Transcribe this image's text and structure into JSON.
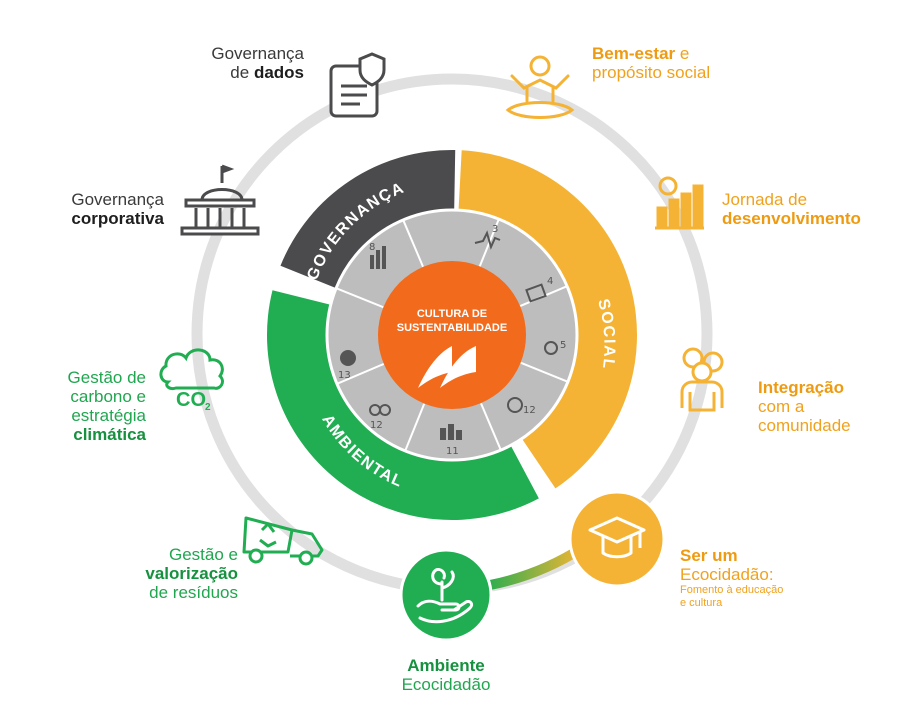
{
  "center": {
    "line1": "CULTURA DE",
    "line2": "SUSTENTABILIDADE"
  },
  "pillars": {
    "governanca": "GOVERNANÇA",
    "social": "SOCIAL",
    "ambiental": "AMBIENTAL"
  },
  "sdg_numbers": [
    "8",
    "3",
    "4",
    "5",
    "12",
    "11",
    "12",
    "13"
  ],
  "labels": {
    "gov_dados": {
      "line1": "Governança",
      "line2a": "de ",
      "line2b": "dados"
    },
    "gov_corp": {
      "line1": "Governança",
      "line2": "corporativa"
    },
    "bem_estar": {
      "line1a": "Bem-estar",
      "line1b": " e",
      "line2": "propósito social"
    },
    "jornada": {
      "line1": "Jornada de",
      "line2": "desenvolvimento"
    },
    "integracao": {
      "line1": "Integração",
      "line2": "com a",
      "line3": "comunidade"
    },
    "ecocidadao": {
      "line1": "Ser um",
      "line2": "Ecocidadão:",
      "line3": "Fomento à educação",
      "line4": "e cultura"
    },
    "gestao_carbono": {
      "line1": "Gestão de",
      "line2": "carbono e",
      "line3": "estratégia",
      "line4": "climática"
    },
    "gestao_residuos": {
      "line1": "Gestão e",
      "line2": "valorização",
      "line3": "de resíduos"
    },
    "ambiente": {
      "line1": "Ambiente",
      "line2": "Ecocidadão"
    }
  },
  "icons": {
    "gov_dados": "shield-document-icon",
    "gov_corp": "government-building-icon",
    "bem_estar": "meditation-person-icon",
    "jornada": "growth-chart-person-icon",
    "integracao": "community-people-icon",
    "ecocidadao": "graduation-cap-icon",
    "carbono": "co2-cloud-icon",
    "residuos": "recycling-truck-icon",
    "ambiente": "plant-hand-icon",
    "co2_text": "CO",
    "co2_sub": "2"
  },
  "colors": {
    "governanca": "#4b4b4d",
    "social": "#f5b335",
    "ambiental": "#21ae52",
    "center": "#f26a1b",
    "ring": "#e0e0e0",
    "inner_ring": "#bdbdbd",
    "orange_text": "#f0a21e",
    "green_text": "#21a650"
  }
}
